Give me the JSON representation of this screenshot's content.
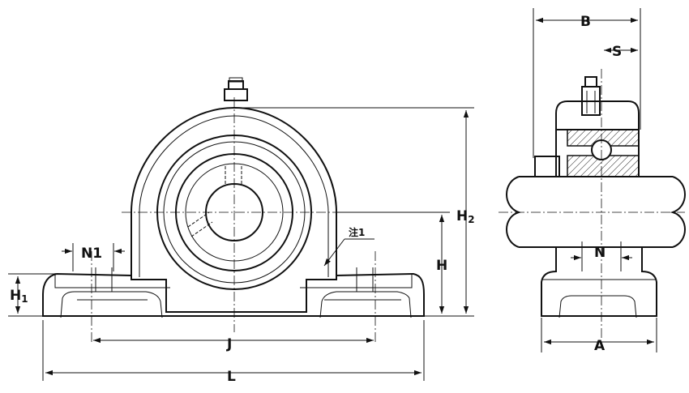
{
  "dimensions": {
    "B": "B",
    "S": "S",
    "H2": "H",
    "H2_sub": "2",
    "H": "H",
    "H1": "H",
    "H1_sub": "1",
    "N1": "N1",
    "N": "N",
    "J": "J",
    "L": "L",
    "A": "A"
  },
  "note": "注1"
}
